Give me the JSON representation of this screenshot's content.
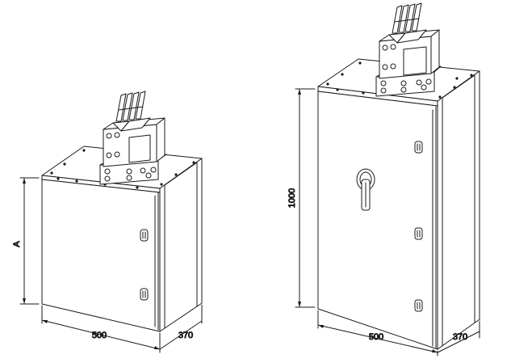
{
  "dimensions": {
    "small_cabinet": {
      "height": "A",
      "width": "500",
      "depth": "370"
    },
    "large_cabinet": {
      "height": "1000",
      "width": "500",
      "depth": "370"
    }
  },
  "colors": {
    "line": "#1a1a1a",
    "fill": "#ffffff"
  }
}
